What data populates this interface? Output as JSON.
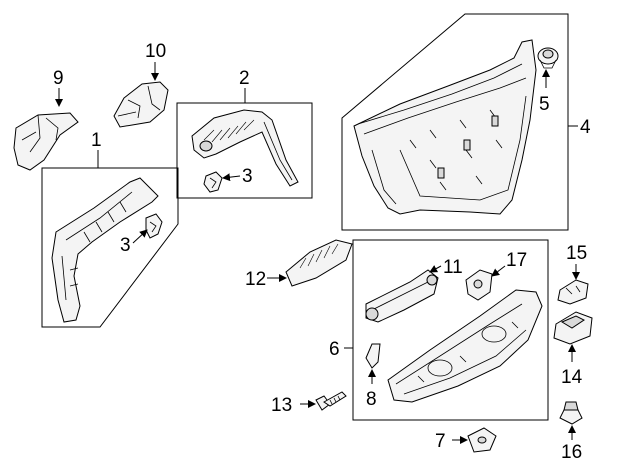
{
  "callouts": {
    "c1": "1",
    "c2": "2",
    "c3a": "3",
    "c3b": "3",
    "c4": "4",
    "c5": "5",
    "c6": "6",
    "c7": "7",
    "c8": "8",
    "c9": "9",
    "c10": "10",
    "c11": "11",
    "c12": "12",
    "c13": "13",
    "c14": "14",
    "c15": "15",
    "c16": "16",
    "c17": "17"
  },
  "colors": {
    "line": "#000000",
    "fill": "#f4f4f4",
    "shade": "#d9d9d9",
    "background": "#ffffff"
  }
}
